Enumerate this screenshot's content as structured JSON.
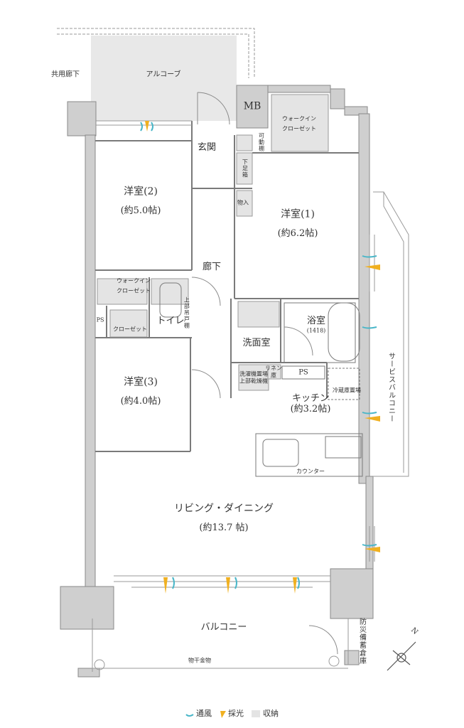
{
  "rooms": {
    "common_corridor": "共用廊下",
    "alcove": "アルコーブ",
    "mb": "MB",
    "walkin_closet_1_a": "ウォークイン",
    "walkin_closet_1_b": "クローゼット",
    "movable_shelf_a": "可",
    "movable_shelf_b": "動",
    "movable_shelf_c": "棚",
    "entrance": "玄関",
    "shoe_cabinet": "下足箱",
    "storage": "物入",
    "western_room_2": "洋室(2)",
    "western_room_2_size": "(約5.0帖)",
    "western_room_1": "洋室(1)",
    "western_room_1_size": "(約6.2帖)",
    "hallway": "廊下",
    "walkin_closet_2_a": "ウォークイン",
    "walkin_closet_2_b": "クローゼット",
    "upper_shelf": "上部吊戸棚",
    "ps_left": "PS",
    "closet": "クローゼット",
    "toilet": "トイレ",
    "bathroom": "浴室",
    "bathroom_size": "(1418)",
    "washroom": "洗面室",
    "linen_a": "リネン",
    "linen_b": "庫",
    "washer_a": "洗濯機置場",
    "washer_b": "上部乾燥機",
    "ps_right": "PS",
    "fridge": "冷蔵庫置場",
    "kitchen": "キッチン",
    "kitchen_size": "(約3.2帖)",
    "western_room_3": "洋室(3)",
    "western_room_3_size": "(約4.0帖)",
    "counter": "カウンター",
    "service_balcony": "サービスバルコニー",
    "living": "リビング・ダイニング",
    "living_size": "(約13.7 帖)",
    "balcony": "バルコニー",
    "laundry_pole": "物干金物",
    "disaster_storage": "防災備蓄倉庫",
    "north": "N"
  },
  "legend": {
    "ventilation": "通風",
    "daylight": "採光",
    "storage": "収納"
  },
  "colors": {
    "wall": "#cfcfcf",
    "wall_edge": "#8a8a8a",
    "storage_fill": "#e4e4e4",
    "alcove_fill": "#e8e8e8",
    "wind_arrow": "#49b6c8",
    "light_arrow": "#f0b020"
  }
}
